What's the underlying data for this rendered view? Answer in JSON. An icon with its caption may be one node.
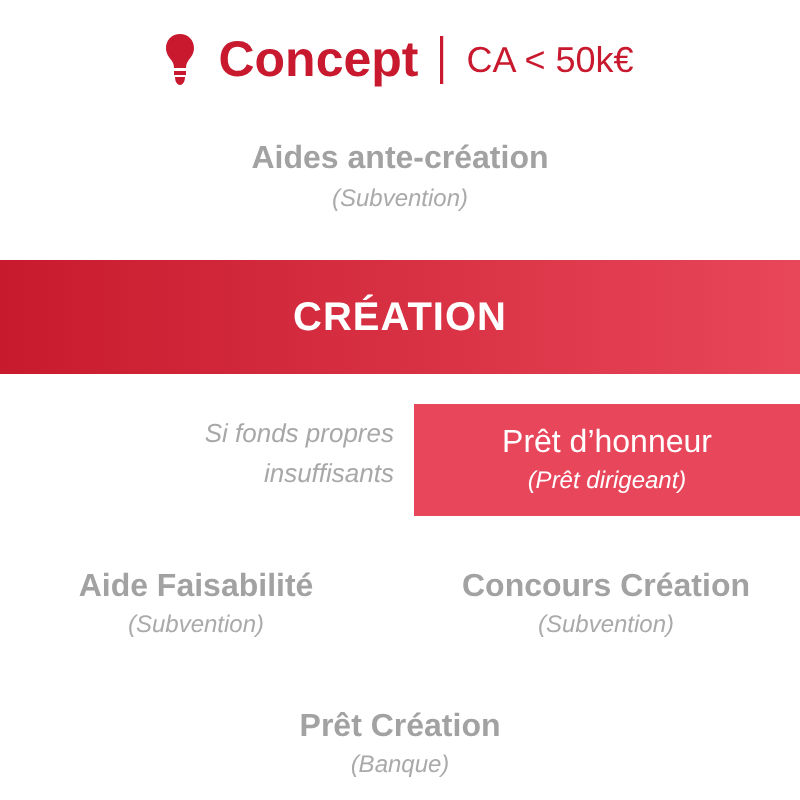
{
  "diagram": {
    "title": "Concept",
    "nodes": [
      {
        "text": [
          "CRÉATION"
        ]
      },
      {
        "text": [
          "Prêt d’honneur",
          "(Prêt dirigeant)"
        ],
        "beside": [
          "Si fonds propres insuffisants"
        ]
      }
    ],
    "labels": [
      "CA < 50k€",
      "Aides ante-création",
      "(Subvention)",
      "Aide Faisabilité",
      "(Subvention)",
      "Concours Création",
      "(Subvention)",
      "Prêt Création",
      "(Banque)"
    ]
  }
}
